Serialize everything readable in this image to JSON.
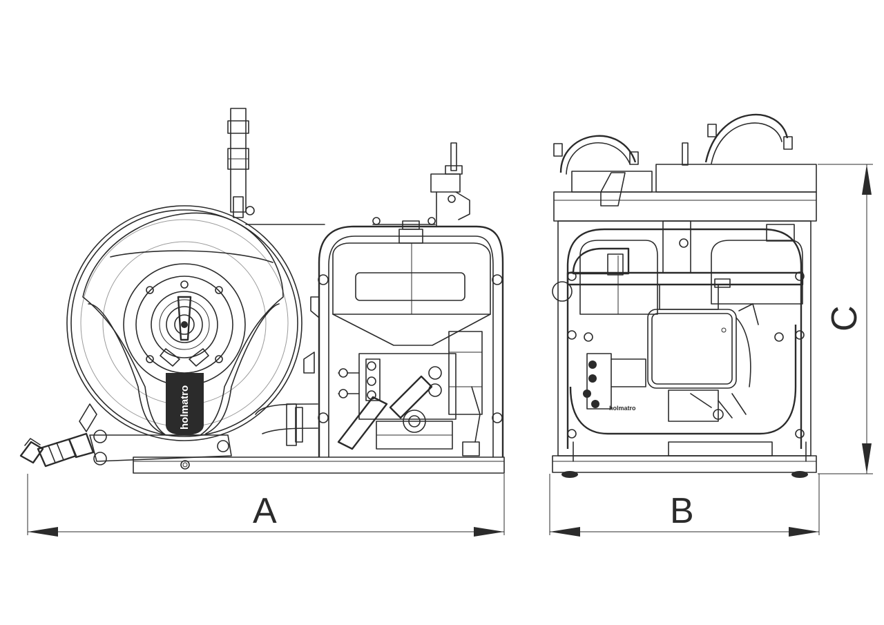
{
  "dimensions": {
    "width_label": "A",
    "depth_label": "B",
    "height_label": "C"
  },
  "branding": {
    "reel_logo": "holmatro",
    "frame_logo": "holmatro"
  },
  "colors": {
    "line": "#2b2b2b",
    "background": "#ffffff"
  }
}
